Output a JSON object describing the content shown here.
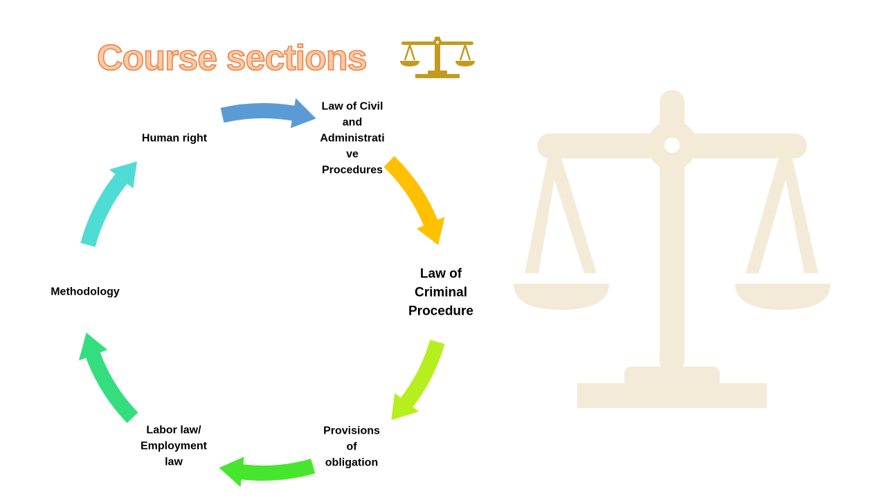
{
  "slide": {
    "title": "Course sections"
  },
  "icons": {
    "small": "balance-scale-icon",
    "small_color": "#c49a1e",
    "large": "balance-scale-watermark-icon",
    "large_color": "#f3ebd8"
  },
  "cycle": {
    "nodes": [
      {
        "label": "Law of Civil\nand\nAdministrati\nve\nProcedures"
      },
      {
        "label": "Law of\nCriminal\nProcedure"
      },
      {
        "label": "Provisions\nof\nobligation"
      },
      {
        "label": "Labor law/\nEmployment\nlaw"
      },
      {
        "label": "Methodology"
      },
      {
        "label": "Human  right"
      }
    ],
    "arrow_colors": [
      "#5b9bd5",
      "#ffc000",
      "#b5ef1d",
      "#47e62e",
      "#34de7e",
      "#4fdcd5"
    ]
  }
}
